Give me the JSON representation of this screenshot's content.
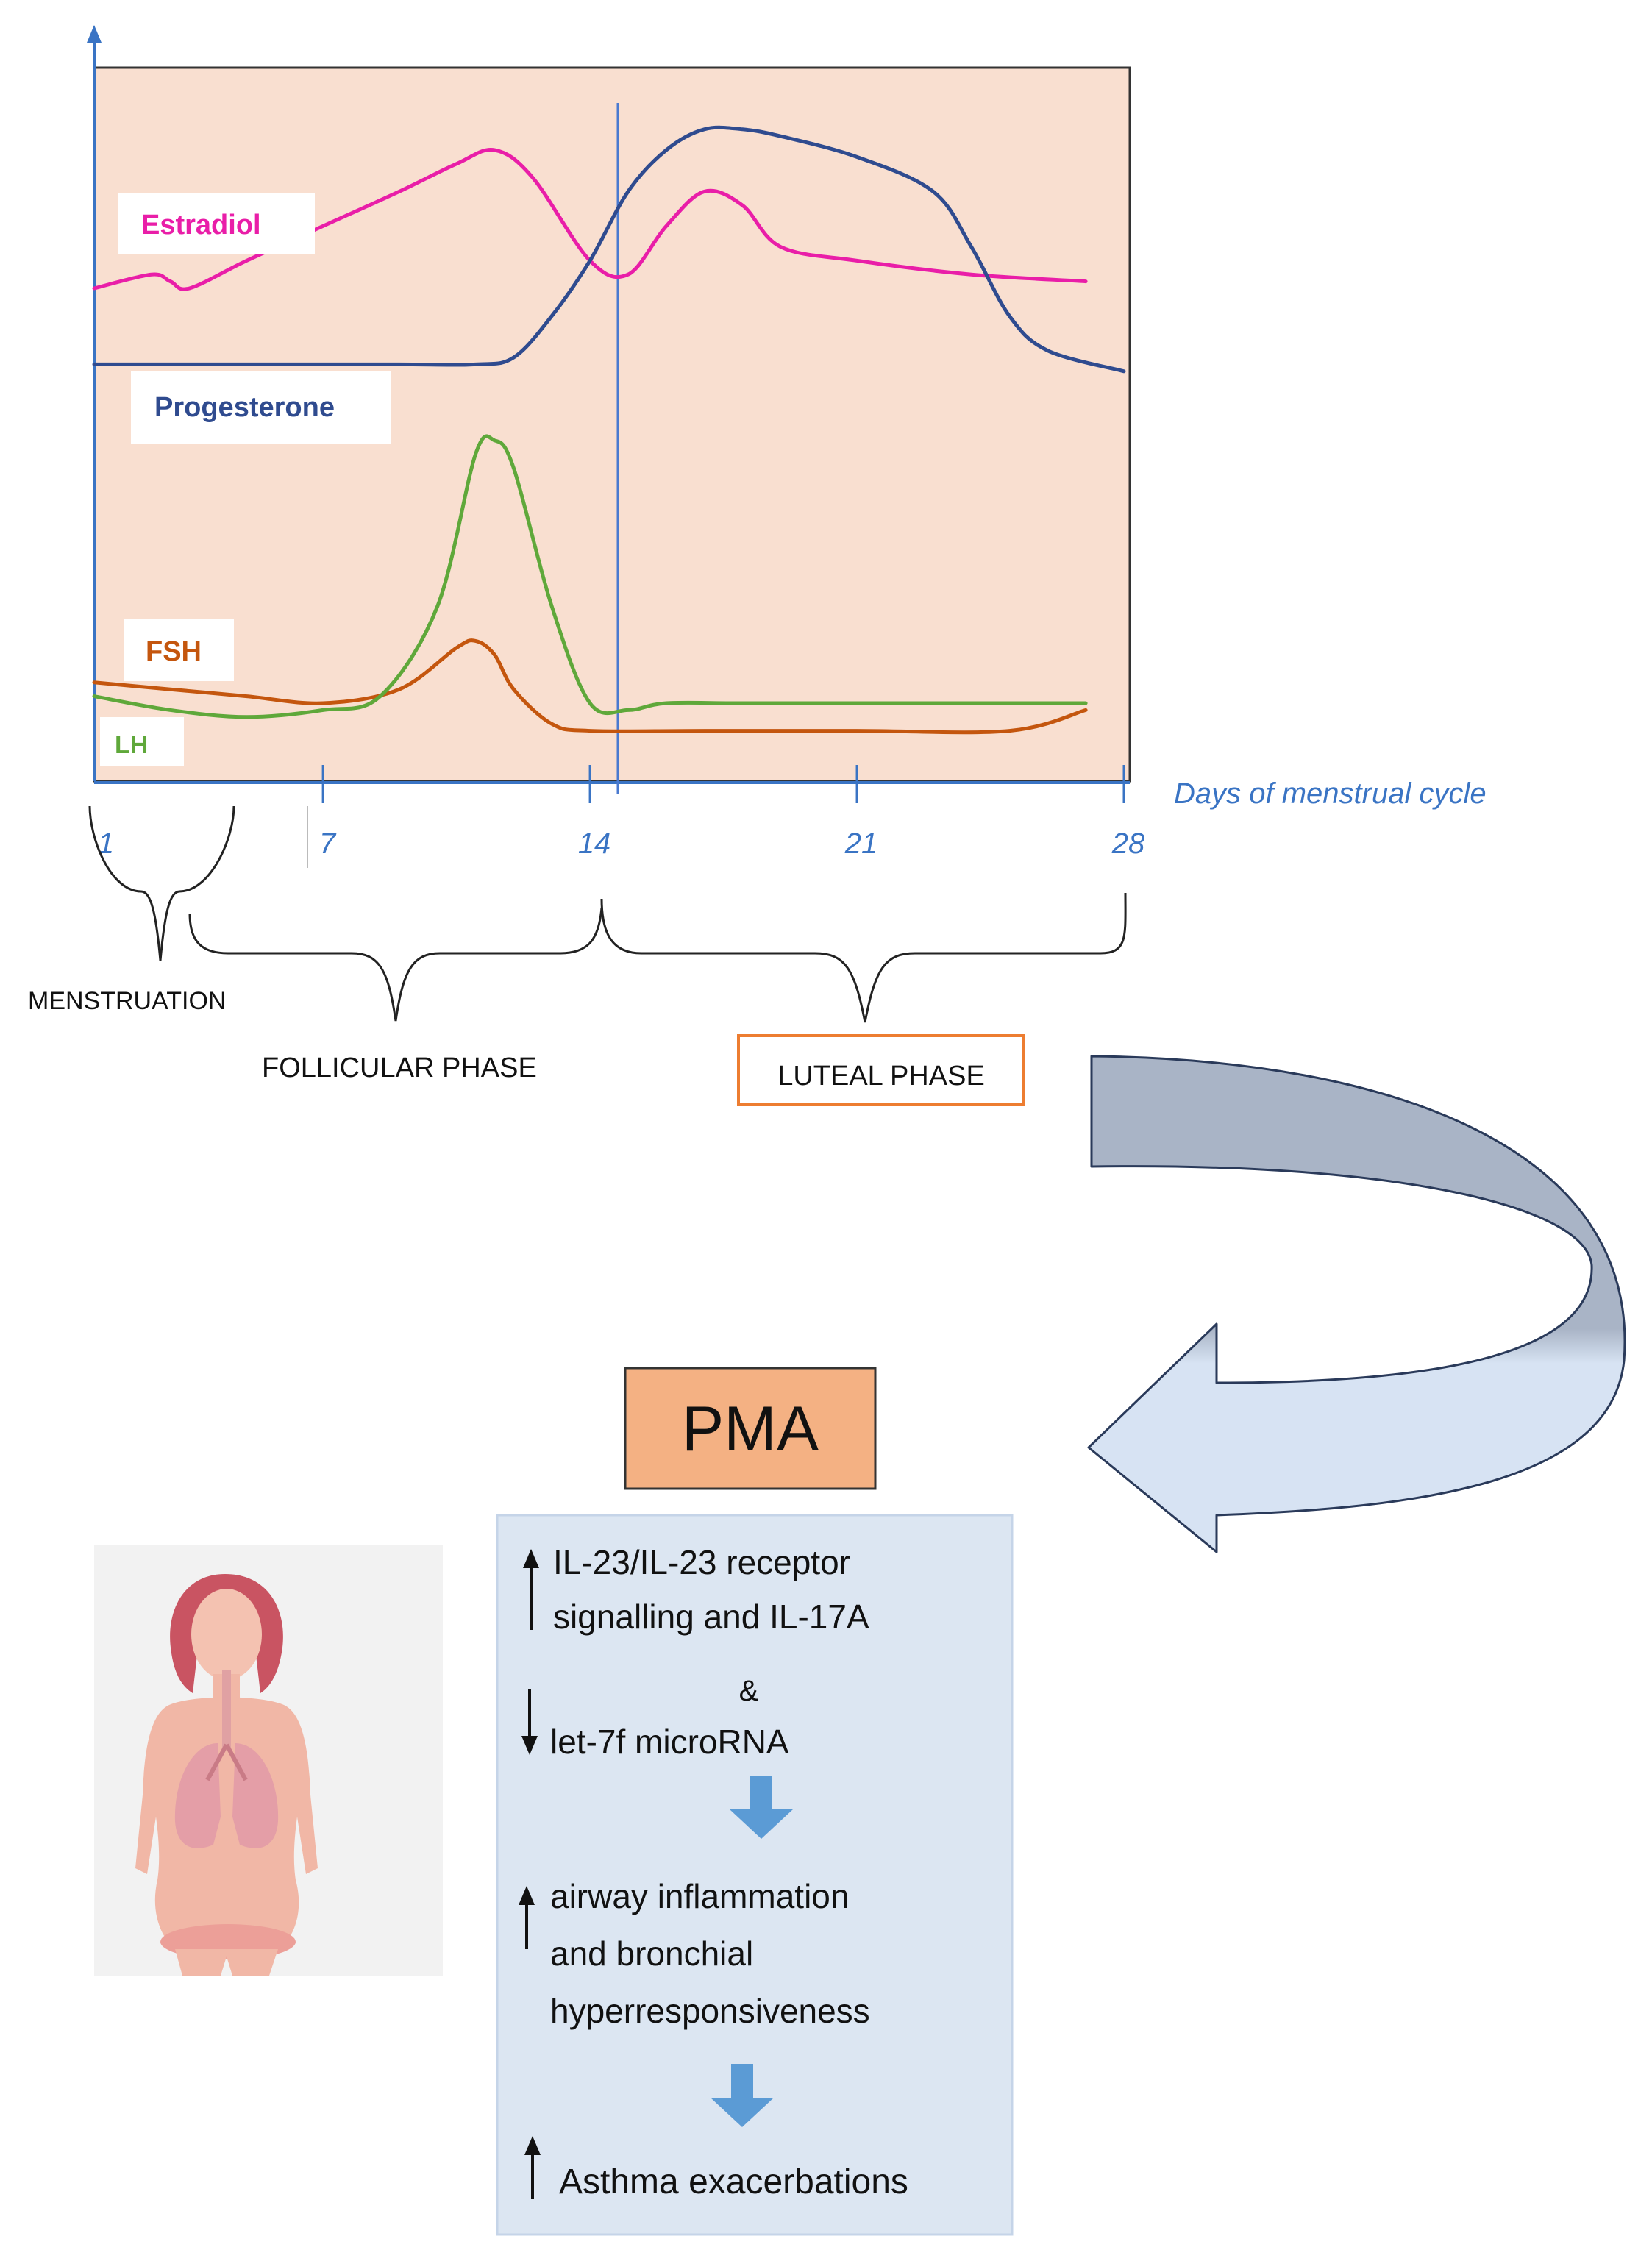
{
  "chart_data": {
    "type": "line",
    "x_unit_label": "Days of menstrual cycle",
    "x_ticks": [
      "1",
      "7",
      "14",
      "21",
      "28"
    ],
    "y_scale": "relative hormone level (0-100, no printed axis)",
    "xlim": [
      1,
      28
    ],
    "ylim": [
      0,
      100
    ],
    "series": [
      {
        "name": "Estradiol",
        "color": "#e91ea8",
        "points": [
          [
            1,
            70
          ],
          [
            2.5,
            72
          ],
          [
            3,
            71
          ],
          [
            3.5,
            70
          ],
          [
            5,
            74
          ],
          [
            7,
            79
          ],
          [
            9,
            84
          ],
          [
            10.5,
            88
          ],
          [
            11.5,
            90
          ],
          [
            12.5,
            86
          ],
          [
            14,
            74
          ],
          [
            15,
            72
          ],
          [
            16,
            79
          ],
          [
            17,
            84
          ],
          [
            18,
            82
          ],
          [
            19,
            76
          ],
          [
            21,
            74
          ],
          [
            24,
            72
          ],
          [
            27,
            71
          ]
        ]
      },
      {
        "name": "Progesterone",
        "color": "#2f4b8f",
        "points": [
          [
            1,
            59
          ],
          [
            3,
            59
          ],
          [
            6,
            59
          ],
          [
            9,
            59
          ],
          [
            11,
            59
          ],
          [
            12,
            60
          ],
          [
            13,
            66
          ],
          [
            14,
            74
          ],
          [
            15,
            84
          ],
          [
            16,
            90
          ],
          [
            17,
            93
          ],
          [
            18,
            93
          ],
          [
            19,
            92
          ],
          [
            21,
            89
          ],
          [
            23,
            84
          ],
          [
            24,
            76
          ],
          [
            25,
            66
          ],
          [
            26,
            61
          ],
          [
            28,
            58
          ]
        ]
      },
      {
        "name": "FSH",
        "color": "#c4560e",
        "points": [
          [
            1,
            13
          ],
          [
            3,
            12
          ],
          [
            5,
            11
          ],
          [
            7,
            10
          ],
          [
            9,
            12
          ],
          [
            10.5,
            18
          ],
          [
            11,
            19
          ],
          [
            11.5,
            17
          ],
          [
            12,
            12
          ],
          [
            13,
            7
          ],
          [
            14,
            6
          ],
          [
            17,
            6
          ],
          [
            21,
            6
          ],
          [
            25,
            6
          ],
          [
            27,
            9
          ]
        ]
      },
      {
        "name": "LH",
        "color": "#5fa83a",
        "points": [
          [
            1,
            11
          ],
          [
            3,
            9
          ],
          [
            5,
            8
          ],
          [
            7,
            9
          ],
          [
            8.5,
            11
          ],
          [
            10,
            24
          ],
          [
            11,
            46
          ],
          [
            11.5,
            48
          ],
          [
            12,
            44
          ],
          [
            13,
            24
          ],
          [
            14,
            10
          ],
          [
            15,
            9
          ],
          [
            16,
            10
          ],
          [
            18,
            10
          ],
          [
            22,
            10
          ],
          [
            25,
            10
          ],
          [
            27,
            10
          ]
        ]
      }
    ]
  },
  "labels": {
    "estradiol": "Estradiol",
    "progesterone": "Progesterone",
    "fsh": "FSH",
    "lh": "LH",
    "axis_caption": "Days of menstrual cycle",
    "tick_1": "1",
    "tick_7": "7",
    "tick_14": "14",
    "tick_21": "21",
    "tick_28": "28"
  },
  "phases": {
    "menstruation": "MENSTRUATION",
    "follicular": "FOLLICULAR PHASE",
    "luteal": "LUTEAL PHASE"
  },
  "pma": {
    "title": "PMA",
    "line1": "IL-23/IL-23 receptor",
    "line2": "signalling and IL-17A",
    "amp": "&",
    "line3": "let-7f microRNA",
    "line4": "airway inflammation",
    "line5": "and bronchial",
    "line6": "hyperresponsiveness",
    "line7": "Asthma exacerbations"
  },
  "colors": {
    "plot_bg": "#f9dfd0",
    "estradiol": "#e91ea8",
    "progesterone": "#2f4b8f",
    "fsh": "#c4560e",
    "lh": "#5fa83a",
    "axis": "#3a74c4",
    "pma_box": "#f4b183",
    "info_box": "#dce6f2",
    "luteal_border": "#ed7d31",
    "blue_arrow": "#5b9bd5"
  }
}
